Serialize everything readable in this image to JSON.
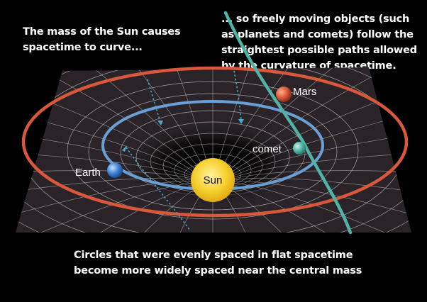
{
  "captions": {
    "top_left": [
      "The mass of the Sun causes",
      "spacetime to curve..."
    ],
    "top_right": [
      "... so freely moving objects (such",
      "as planets and comets) follow the",
      "straightest possible paths allowed",
      "by the curvature of spacetime."
    ],
    "bottom": [
      "Circles that were evenly spaced in flat spacetime",
      "become more widely spaced near the central mass"
    ]
  },
  "bodies": {
    "sun": "Sun",
    "earth": "Earth",
    "mars": "Mars",
    "comet": "comet"
  },
  "colors": {
    "background": "#000000",
    "grid_surface": "#2a2428",
    "grid_lines": "#d8d8d8",
    "mars_orbit": "#d9573a",
    "earth_orbit": "#6a9fd6",
    "comet_path": "#4fb3a6",
    "sun": "#f6d12e",
    "arrows": "#4aa8c8"
  }
}
